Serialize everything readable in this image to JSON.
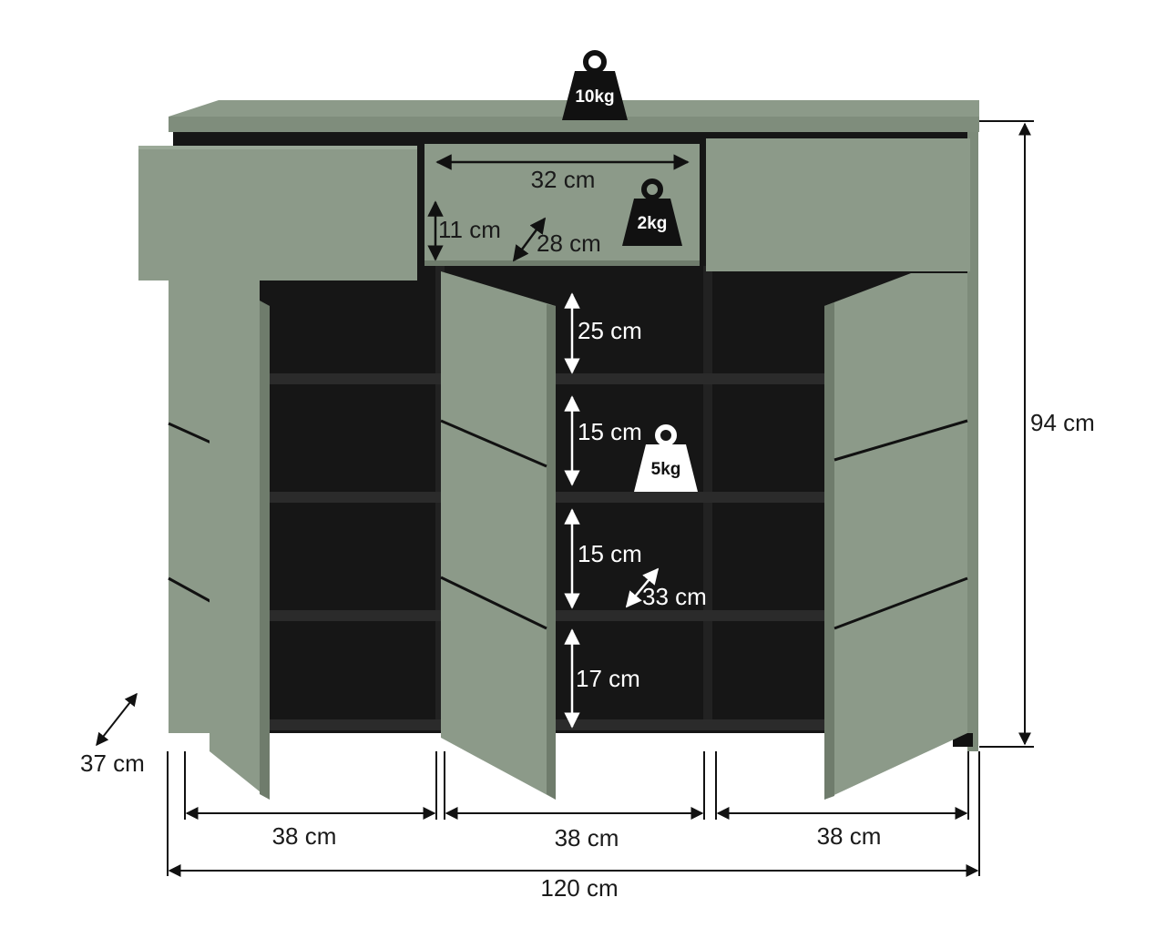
{
  "colors": {
    "panel": "#8c9a89",
    "panel_dark": "#7d8b7a",
    "panel_edge": "#6f7c6c",
    "carcass": "#161616",
    "shelf": "#2a2a2a",
    "line": "#111111"
  },
  "icons": {
    "weight_top": "weight-icon",
    "weight_drawer": "weight-icon",
    "weight_shelf": "weight-icon"
  },
  "weights": {
    "top": "10kg",
    "drawer": "2kg",
    "shelf": "5kg"
  },
  "dimensions": {
    "drawer_width": "32 cm",
    "drawer_height": "11 cm",
    "drawer_depth": "28 cm",
    "shelf_1": "25 cm",
    "shelf_2": "15 cm",
    "shelf_3": "15 cm",
    "shelf_4": "17 cm",
    "shelf_depth": "33 cm",
    "total_height": "94 cm",
    "total_depth": "37 cm",
    "section_left": "38 cm",
    "section_middle": "38 cm",
    "section_right": "38 cm",
    "total_width": "120 cm"
  }
}
